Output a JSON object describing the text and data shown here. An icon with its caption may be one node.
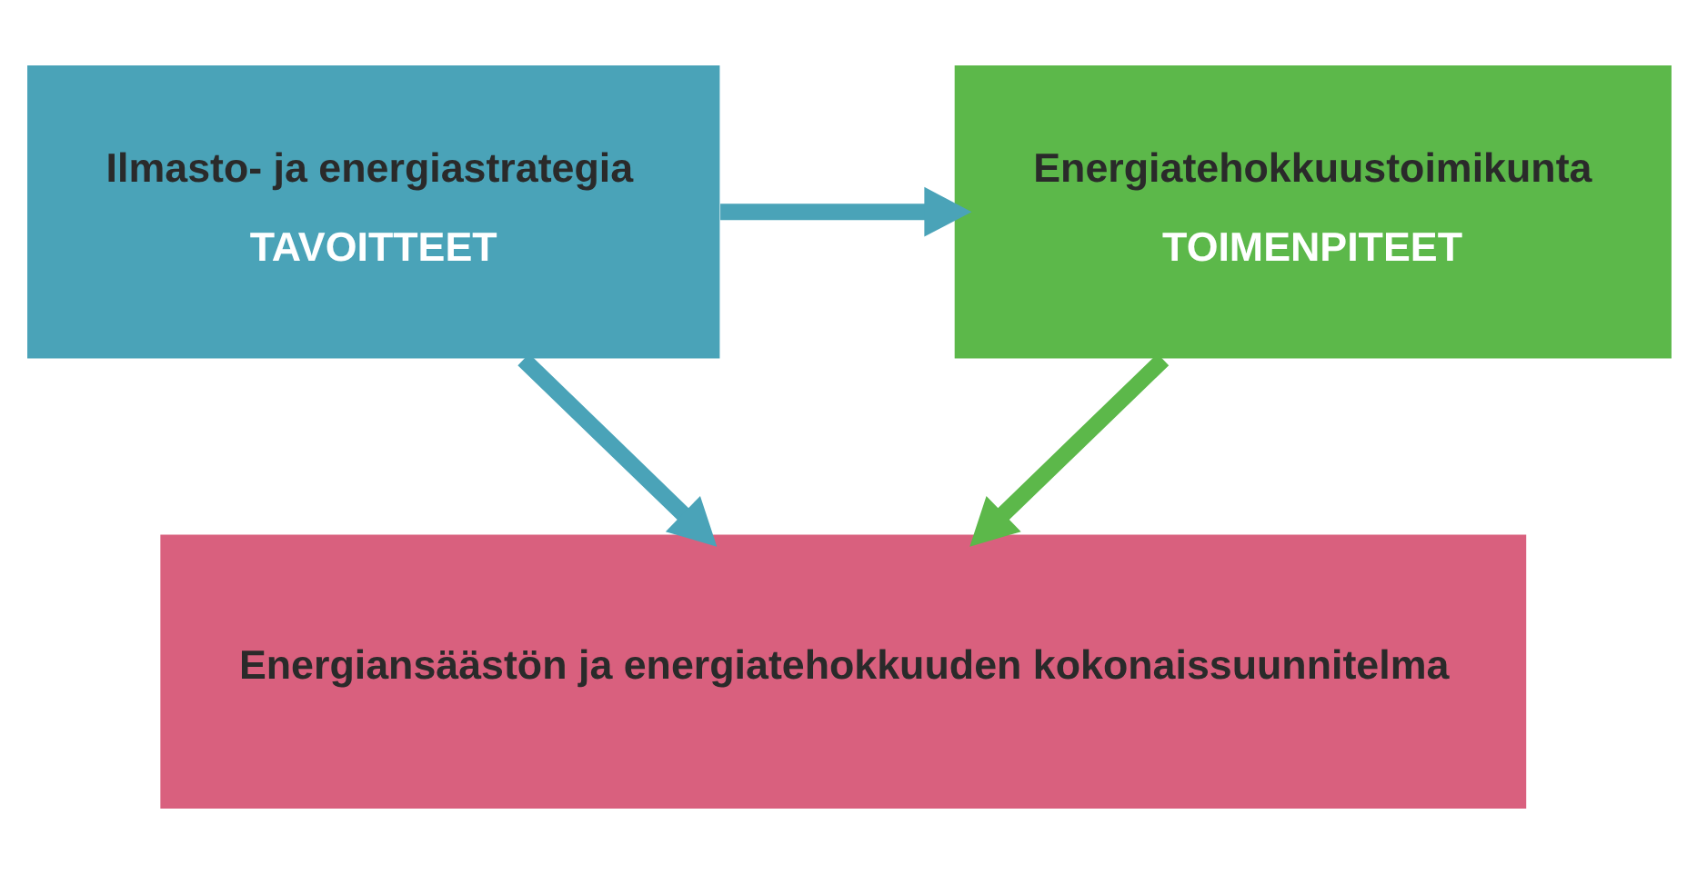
{
  "diagram": {
    "nodes": [
      {
        "text": [
          "Ilmasto- ja energiastrategia",
          "TAVOITTEET"
        ]
      },
      {
        "text": [
          "Energiatehokkuustoimikunta",
          "TOIMENPITEET"
        ]
      },
      {
        "text": [
          "Energiansäästön ja energiatehokkuuden kokonaissuunnitelma"
        ]
      }
    ],
    "edges": [
      {
        "from": 0,
        "to": 1,
        "arrow": "to"
      },
      {
        "from": 0,
        "to": 2,
        "arrow": "to"
      },
      {
        "from": 1,
        "to": 2,
        "arrow": "to",
        "color": "#5cb84a"
      }
    ]
  }
}
